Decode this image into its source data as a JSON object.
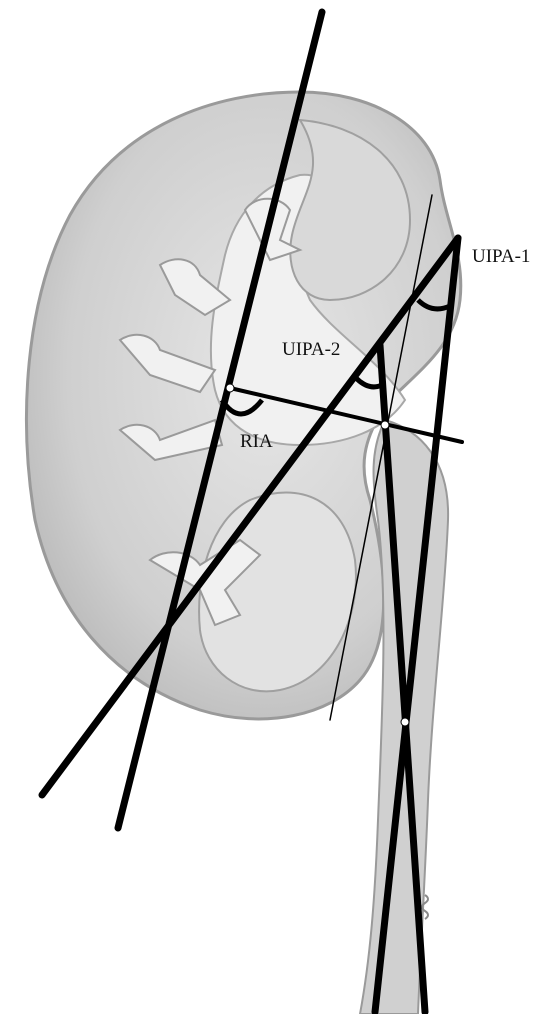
{
  "diagram": {
    "labels": {
      "uipa1": "UIPA-1",
      "uipa2": "UIPA-2",
      "ria": "RIA"
    },
    "colors": {
      "line": "#000000",
      "kidney_fill": "#d4d4d4",
      "kidney_edge": "#9a9a9a",
      "inner_fill": "#f1f1f1",
      "background": "#ffffff"
    }
  }
}
